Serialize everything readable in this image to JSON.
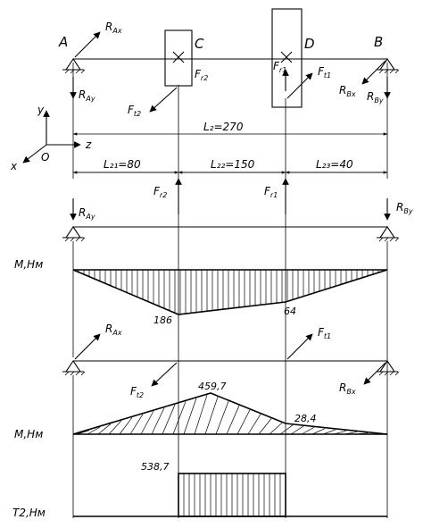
{
  "points": {
    "A": "A",
    "B": "B",
    "C": "C",
    "D": "D"
  },
  "forces": {
    "RAx": {
      "main": "R",
      "sub": "Ax"
    },
    "RAy": {
      "main": "R",
      "sub": "Ay"
    },
    "RBx": {
      "main": "R",
      "sub": "Bx"
    },
    "RBy": {
      "main": "R",
      "sub": "By"
    },
    "Fr2": {
      "main": "F",
      "sub": "r2"
    },
    "Ft2": {
      "main": "F",
      "sub": "t2"
    },
    "Fr1": {
      "main": "F",
      "sub": "r1"
    },
    "Ft1": {
      "main": "F",
      "sub": "t1"
    }
  },
  "axes": {
    "x": "x",
    "y": "y",
    "z": "z",
    "origin": "O"
  },
  "dimensions": {
    "total": "L₂=270",
    "l21": "L₂₁=80",
    "l22": "L₂₂=150",
    "l23": "L₂₃=40"
  },
  "diagram_labels": {
    "moment_vertical": "M,Нм",
    "moment_horizontal": "M,Нм",
    "torque": "T2,Нм"
  },
  "values": {
    "mv_c": "186",
    "mv_d": "64",
    "mh_c": "459,7",
    "mh_d": "28,4",
    "torque": "538,7"
  }
}
